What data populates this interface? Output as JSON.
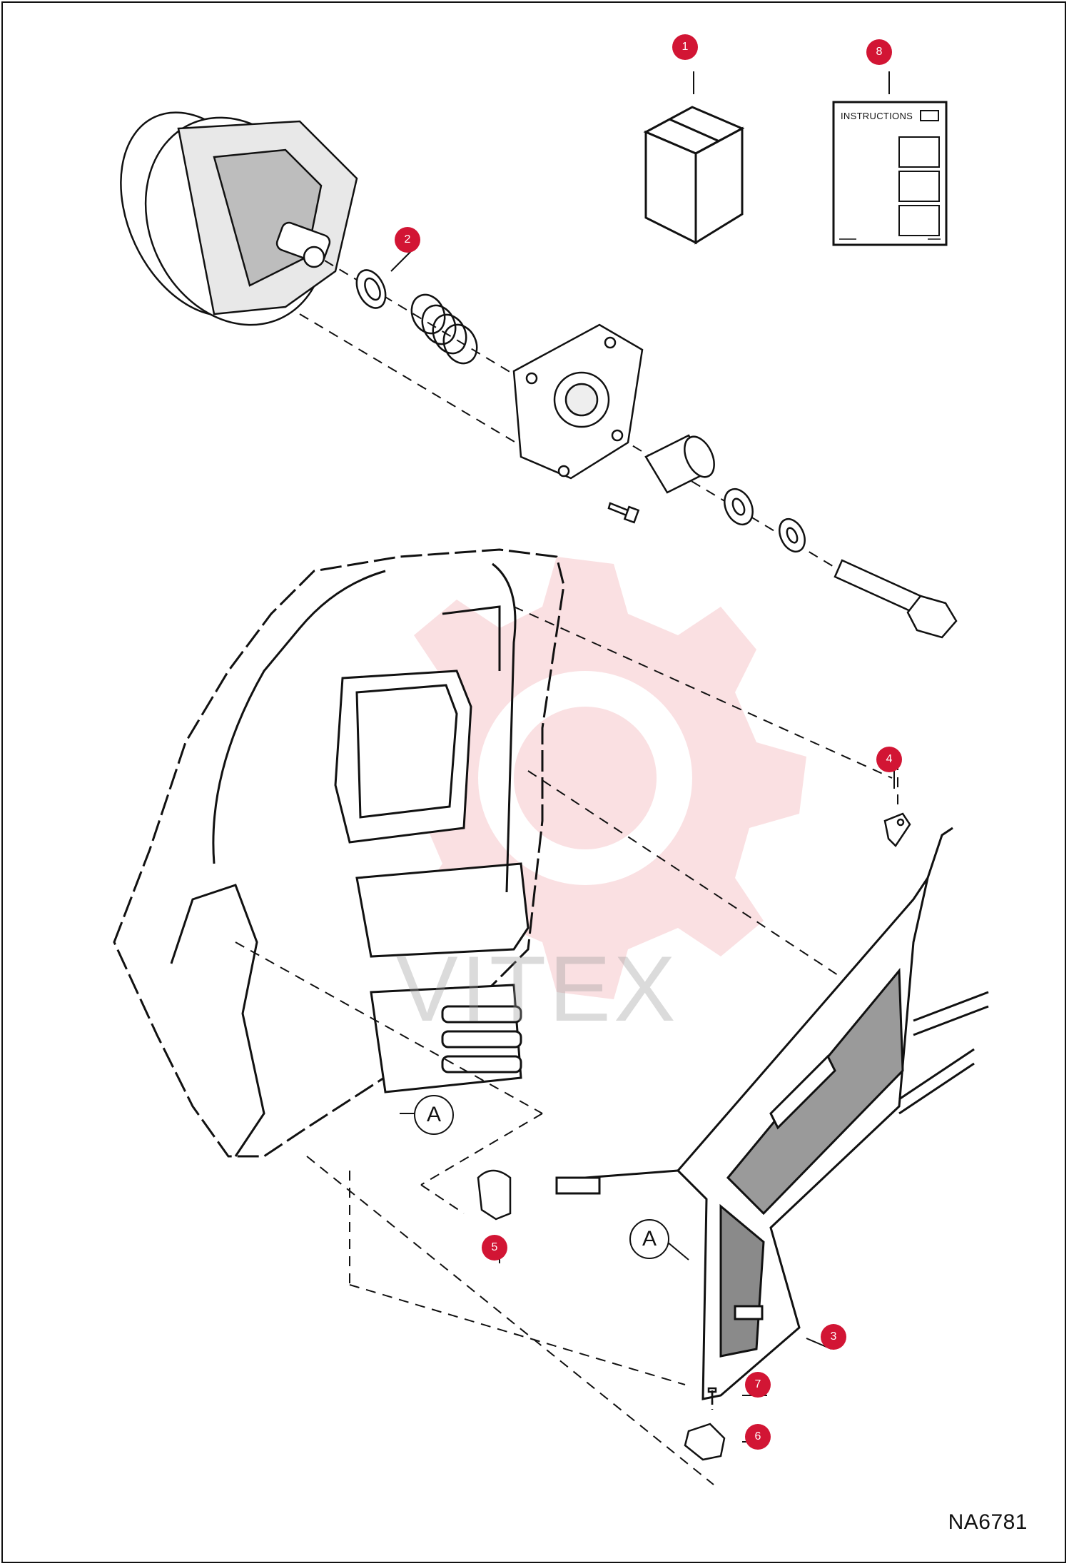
{
  "callouts": [
    {
      "id": "1",
      "label": "1"
    },
    {
      "id": "2",
      "label": "2"
    },
    {
      "id": "3",
      "label": "3"
    },
    {
      "id": "4",
      "label": "4"
    },
    {
      "id": "5",
      "label": "5"
    },
    {
      "id": "6",
      "label": "6"
    },
    {
      "id": "7",
      "label": "7"
    },
    {
      "id": "8",
      "label": "8"
    }
  ],
  "instructions_label": "INSTRUCTIONS",
  "detail_label": "A",
  "figure_id": "NA6781",
  "watermark_text": "VITEX",
  "colors": {
    "callout": "#d21534",
    "line": "#111111",
    "watermark": "#f2a7ad"
  },
  "icons": [
    "gear-watermark-icon",
    "box-icon",
    "document-icon"
  ]
}
